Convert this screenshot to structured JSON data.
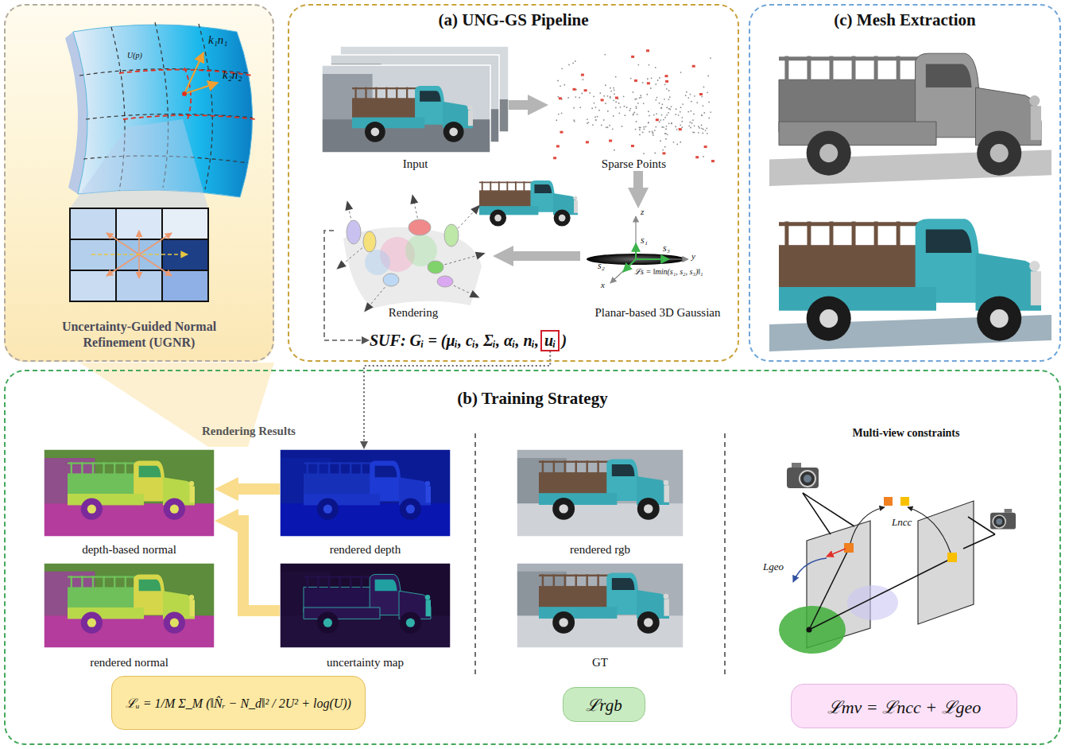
{
  "diagram": {
    "nodes": [
      {
        "text": [
          "Uncertainty-Guided Normal Refinement (UGNR)"
        ]
      },
      {
        "text": [
          "(a) UNG-GS Pipeline"
        ]
      },
      {
        "text": [
          "Input"
        ],
        "in": 1
      },
      {
        "text": [
          "Sparse Points"
        ],
        "in": 1
      },
      {
        "text": [
          "Planar-based 3D Gaussian"
        ],
        "in": 1
      },
      {
        "text": [
          "Rendering"
        ],
        "in": 1
      },
      {
        "text": [
          "SUF: Gᵢ = (μᵢ, cᵢ, Σᵢ, αᵢ, nᵢ,",
          ")"
        ],
        "in": 1
      },
      {
        "text": [
          "uᵢ"
        ],
        "in": 6
      },
      {
        "text": [
          "(c) Mesh Extraction"
        ]
      },
      {
        "text": [
          "(b) Training Strategy"
        ]
      },
      {
        "text": [
          "depth-based normal"
        ],
        "in": 9
      },
      {
        "text": [
          "rendered depth"
        ],
        "in": 9
      },
      {
        "text": [
          "rendered normal"
        ],
        "in": 9
      },
      {
        "text": [
          "uncertainty map"
        ],
        "in": 9
      },
      {
        "text": [
          "ℒᵤ = 1/M Σ_M (‖N̂ᵣ − N_d‖² / 2U² + log(U))"
        ],
        "in": 9
      },
      {
        "text": [
          "rendered rgb"
        ],
        "in": 9
      },
      {
        "text": [
          "GT"
        ],
        "in": 9
      },
      {
        "text": [
          "ℒrgb"
        ],
        "in": 9
      },
      {
        "text": [
          "ℒmv = ℒncc + ℒgeo"
        ],
        "in": 9
      }
    ],
    "edges": [
      {
        "from": 2,
        "to": 3,
        "arrow": "to"
      },
      {
        "from": 3,
        "to": 4,
        "arrow": "to"
      },
      {
        "from": 4,
        "to": 5,
        "arrow": "to"
      },
      {
        "from": 5,
        "to": 6,
        "arrow": "to"
      },
      {
        "from": 7,
        "to": 11,
        "arrow": "to"
      },
      {
        "from": 11,
        "to": 10,
        "arrow": "to"
      },
      {
        "from": 13,
        "to": 10,
        "arrow": "to"
      }
    ],
    "labels": [
      "k₁n₁",
      "k₂n₂",
      "U(p)",
      "Rendering Results",
      "Multi-view constraints",
      "ℒs = ‖min(s₁, s₂, s₃)‖₁",
      "s₁",
      "s₂",
      "s₃",
      "x",
      "y",
      "z",
      "Lncc",
      "Lgeo"
    ]
  }
}
